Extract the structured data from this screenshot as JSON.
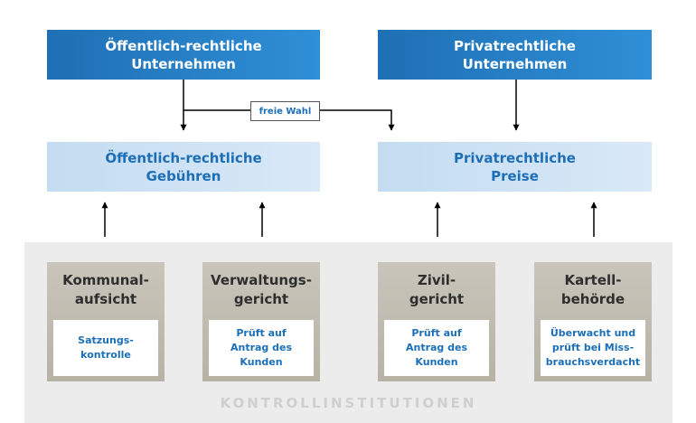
{
  "top_boxes": {
    "public_companies": "Öffentlich-rechtliche\nUnternehmen",
    "private_companies": "Privatrechtliche\nUnternehmen"
  },
  "middle_boxes": {
    "public_fees": "Öffentlich-rechtliche\nGebühren",
    "private_prices": "Privatrechtliche\nPreise"
  },
  "free_choice_label": "freie Wahl",
  "institutions": [
    {
      "title": "Kommunal-\naufsicht",
      "description": "Satzungs-\nkontrolle"
    },
    {
      "title": "Verwaltungs-\ngericht",
      "description": "Prüft auf\nAntrag des\nKunden"
    },
    {
      "title": "Zivil-\ngericht",
      "description": "Prüft auf\nAntrag des\nKunden"
    },
    {
      "title": "Kartell-\nbehörde",
      "description": "Überwacht und\nprüft bei Miss-\nbrauchsverdacht"
    }
  ],
  "footer_label": "KONTROLLINSTITUTIONEN",
  "colors": {
    "dark_blue": "#1f6fb4",
    "light_blue": "#c4dcf1",
    "text_blue": "#1c6fb6",
    "institution_gray": "#bfbaae",
    "panel_gray": "#ececec"
  }
}
